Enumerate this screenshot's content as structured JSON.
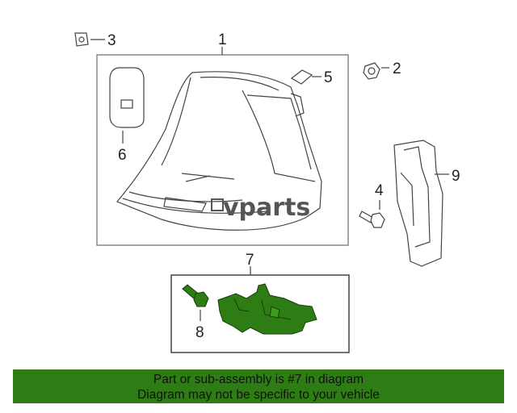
{
  "callouts": {
    "c1": "1",
    "c2": "2",
    "c3": "3",
    "c4": "4",
    "c5": "5",
    "c6": "6",
    "c7": "7",
    "c8": "8",
    "c9": "9"
  },
  "watermark": "vparts",
  "banner": {
    "line1": "Part or sub-assembly is #7 in diagram",
    "line2": "Diagram may not be specific to your vehicle"
  },
  "colors": {
    "highlight_part": "#2e7d14",
    "banner_bg": "#2e7d14",
    "line": "#444444"
  }
}
